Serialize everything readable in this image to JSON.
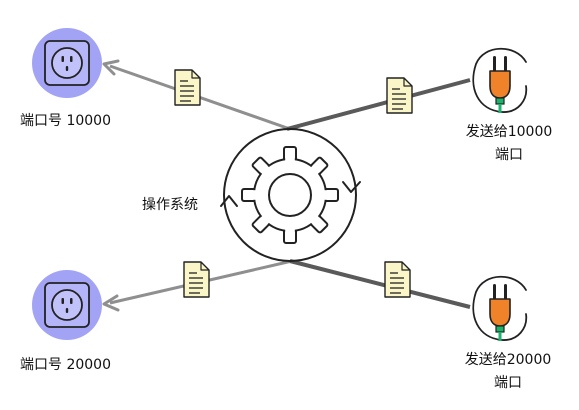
{
  "colors": {
    "socket_fill": "#a3a3f5",
    "socket_stroke": "#222222",
    "plug_orange": "#f0822a",
    "plug_green": "#19b36b",
    "doc_fill": "#fbf6c8",
    "arrow_light": "#8f8f8f",
    "arrow_dark": "#5a5a5a"
  },
  "icons": {
    "socket": "power-socket-icon",
    "plug": "power-plug-icon",
    "document": "document-icon",
    "gear": "gear-icon"
  },
  "labels": {
    "socket_top": "端口号 10000",
    "socket_bottom": "端口号 20000",
    "plug_top_line1": "发送给10000",
    "plug_top_line2": "端口",
    "plug_bottom_line1": "发送给20000",
    "plug_bottom_line2": "端口",
    "os": "操作系统"
  }
}
